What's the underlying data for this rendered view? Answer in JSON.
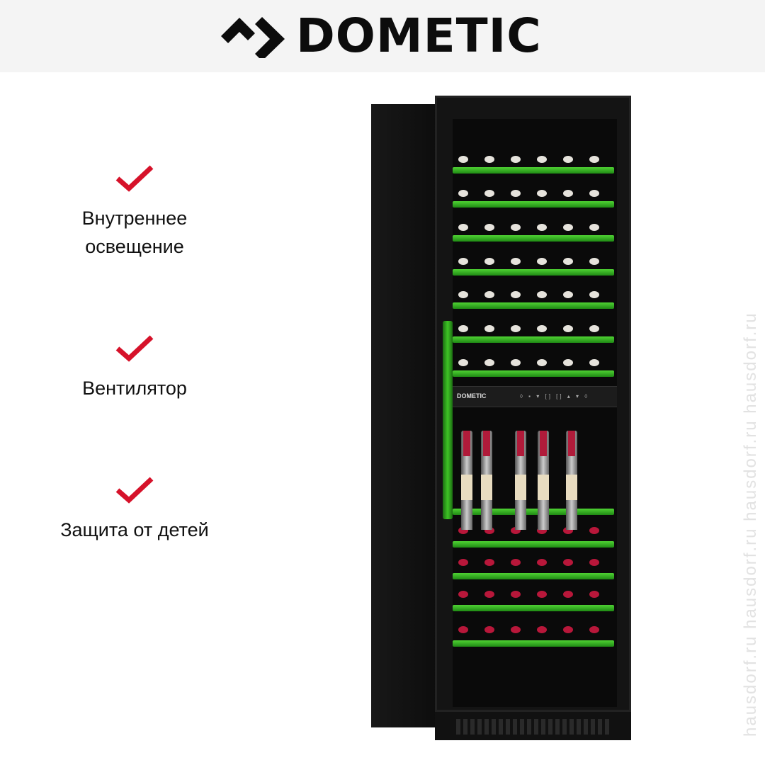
{
  "brand": {
    "name": "DOMETIC",
    "logo_icon": "dometic-chevrons-icon"
  },
  "features": [
    {
      "icon": "red-checkmark-icon",
      "label_lines": [
        "Внутреннее",
        "освещение"
      ]
    },
    {
      "icon": "red-checkmark-icon",
      "label_lines": [
        "Вентилятор"
      ]
    },
    {
      "icon": "red-checkmark-icon",
      "label_lines": [
        "Защита от детей"
      ]
    }
  ],
  "product": {
    "panel_brand": "DOMETIC",
    "panel_controls": "◊ ▪ ▾ [] [] ▴ ▾ ◊",
    "accent_color": "#3ec425"
  },
  "colors": {
    "check": "#d6122a",
    "header_bg": "#f4f4f4"
  },
  "watermark": "hausdorf.ru   hausdorf.ru   hausdorf.ru   hausdorf.ru"
}
